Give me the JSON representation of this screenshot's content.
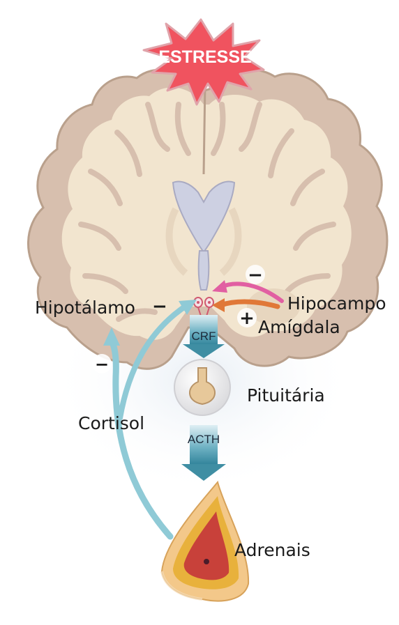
{
  "labels": {
    "stress": "ESTRESSE",
    "hypothalamus": "Hipotálamo",
    "hippocampus": "Hipocampo",
    "amygdala": "Amígdala",
    "crf": "CRF",
    "pituitary": "Pituitária",
    "acth": "ACTH",
    "cortisol": "Cortisol",
    "adrenals": "Adrenais"
  },
  "signs": {
    "hypothalamus": "−",
    "hippocampus": "−",
    "amygdala": "+",
    "cortisol": "−"
  },
  "colors": {
    "brain_white_matter": "#f2e5cf",
    "brain_gray_matter": "#d7bfae",
    "brain_outline": "#b9a08c",
    "ventricle": "#cdd0e2",
    "stress_burst": "#f0535f",
    "cortisol_arrow": "#8fcad6",
    "pathway_arrow": "#3f8ea3",
    "hippocampus_arrow": "#e15fa2",
    "amygdala_arrow": "#e07838",
    "adrenal_outer": "#f3c88a",
    "adrenal_cortex": "#e8b13c",
    "adrenal_medulla": "#c8413a"
  }
}
